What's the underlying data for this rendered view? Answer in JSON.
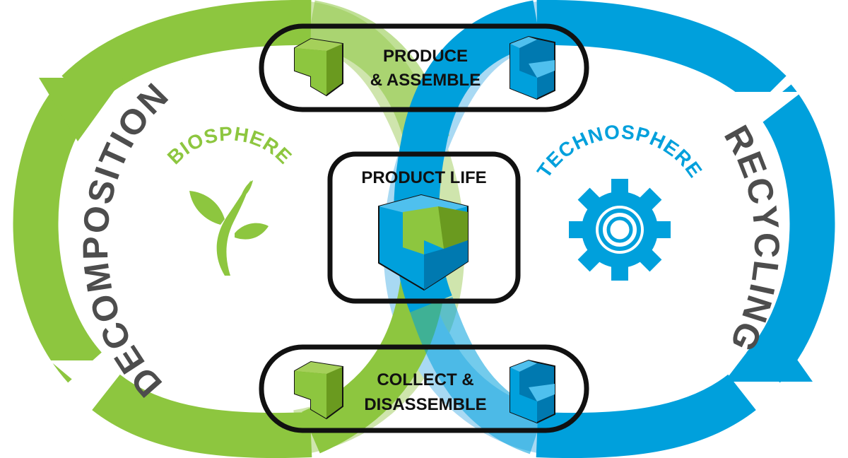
{
  "colors": {
    "green": "#8dc63f",
    "green_light": "#cfe5ad",
    "blue": "#00a0dc",
    "blue_light": "#a8d9f3",
    "text_dark": "#4d4d4d",
    "outline": "#111111"
  },
  "cycles": {
    "left": {
      "label": "DECOMPOSITION",
      "sphere": "BIOSPHERE",
      "icon": "plant-icon"
    },
    "right": {
      "label": "RECYCLING",
      "sphere": "TECHNOSPHERE",
      "icon": "gear-icon"
    }
  },
  "boxes": {
    "top": {
      "line1": "PRODUCE",
      "line2": "& ASSEMBLE"
    },
    "center": {
      "label": "PRODUCT LIFE"
    },
    "bottom": {
      "line1": "COLLECT &",
      "line2": "DISASSEMBLE"
    }
  }
}
